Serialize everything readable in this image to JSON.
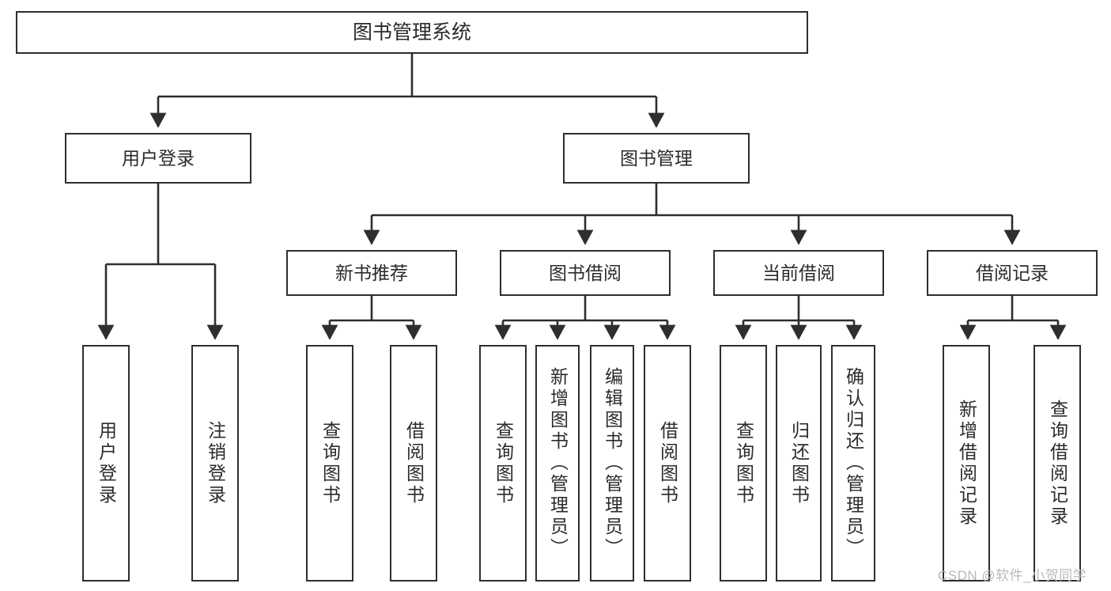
{
  "diagram": {
    "title": "图书管理系统",
    "type": "hierarchy-tree",
    "watermark": "CSDN @软件_小贺同学",
    "colors": {
      "stroke": "#2e2e2e",
      "fill": "#ffffff",
      "text": "#2b2b2b",
      "watermark": "#b9b9b9"
    },
    "nodes": {
      "root": {
        "label": "图书管理系统"
      },
      "level2": [
        {
          "label": "用户登录"
        },
        {
          "label": "图书管理"
        }
      ],
      "level3": [
        {
          "label": "新书推荐"
        },
        {
          "label": "图书借阅"
        },
        {
          "label": "当前借阅"
        },
        {
          "label": "借阅记录"
        }
      ],
      "leaves": [
        {
          "label": "用户登录"
        },
        {
          "label": "注销登录"
        },
        {
          "label": "查询图书"
        },
        {
          "label": "借阅图书"
        },
        {
          "label": "查询图书"
        },
        {
          "label": "新增图书（管理员）"
        },
        {
          "label": "编辑图书（管理员）"
        },
        {
          "label": "借阅图书"
        },
        {
          "label": "查询图书"
        },
        {
          "label": "归还图书"
        },
        {
          "label": "确认归还（管理员）"
        },
        {
          "label": "新增借阅记录"
        },
        {
          "label": "查询借阅记录"
        }
      ]
    }
  }
}
